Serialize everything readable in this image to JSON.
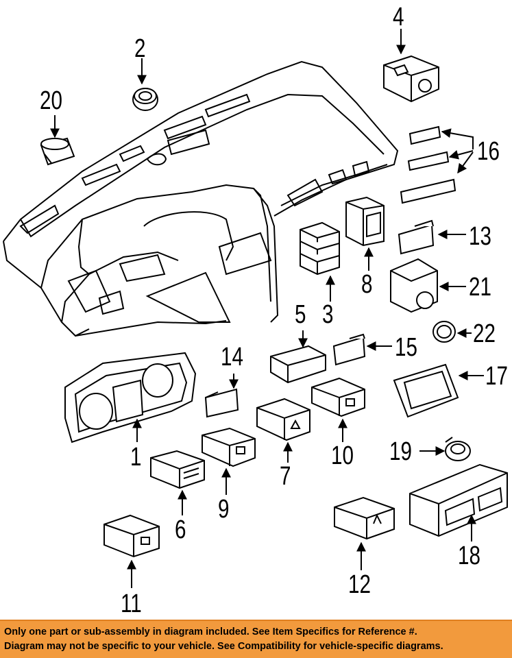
{
  "callouts": {
    "c1": "1",
    "c2": "2",
    "c3": "3",
    "c4": "4",
    "c5": "5",
    "c6": "6",
    "c7": "7",
    "c8": "8",
    "c9": "9",
    "c10": "10",
    "c11": "11",
    "c12": "12",
    "c13": "13",
    "c14": "14",
    "c15": "15",
    "c16": "16",
    "c17": "17",
    "c18": "18",
    "c19": "19",
    "c20": "20",
    "c21": "21",
    "c22": "22"
  },
  "footer": {
    "line1": "Only one part or sub-assembly in diagram included. See Item Specifics for Reference #.",
    "line2": "Diagram may not be specific to your vehicle. See Compatibility for vehicle-specific diagrams."
  },
  "colors": {
    "footer_bg": "#f29a3d",
    "ink": "#000000"
  }
}
